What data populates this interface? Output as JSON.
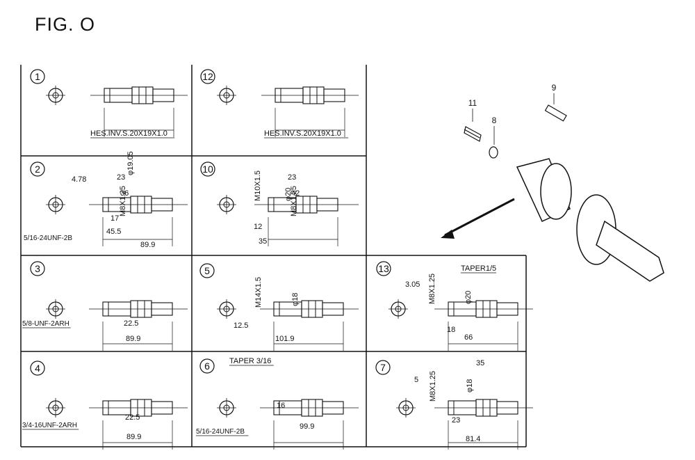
{
  "title": "FIG. O",
  "panels": [
    {
      "num": "1",
      "labels": [
        "HES.INV.S.20X19X1.0",
        "M8X1.25",
        "23",
        "36"
      ]
    },
    {
      "num": "12",
      "labels": [
        "HES.INV.S.20X19X1.0",
        "M8X1.25",
        "23",
        "42"
      ]
    },
    {
      "num": "2",
      "labels": [
        "4.78",
        "φ19.05",
        "17",
        "45.5",
        "5/16-24UNF-2B",
        "89.9"
      ]
    },
    {
      "num": "10",
      "labels": [
        "M10X1.5",
        "φ20",
        "12",
        "35"
      ]
    },
    {
      "num": "3",
      "labels": [
        "5/8-UNF-2ARH",
        "22.5",
        "89.9"
      ]
    },
    {
      "num": "5",
      "labels": [
        "M14X1.5",
        "φ18",
        "12.5",
        "101.9"
      ]
    },
    {
      "num": "13",
      "labels": [
        "3.05",
        "M8X1.25",
        "TAPER1/5",
        "φ20",
        "18",
        "66"
      ]
    },
    {
      "num": "4",
      "labels": [
        "3/4-16UNF-2ARH",
        "22.5",
        "89.9"
      ]
    },
    {
      "num": "6",
      "labels": [
        "TAPER 3/16",
        "16",
        "5/16-24UNF-2B",
        "99.9"
      ]
    },
    {
      "num": "7",
      "labels": [
        "5",
        "M8X1.25",
        "35",
        "φ18",
        "23",
        "81.4"
      ]
    }
  ],
  "callouts": [
    "11",
    "8",
    "9"
  ]
}
